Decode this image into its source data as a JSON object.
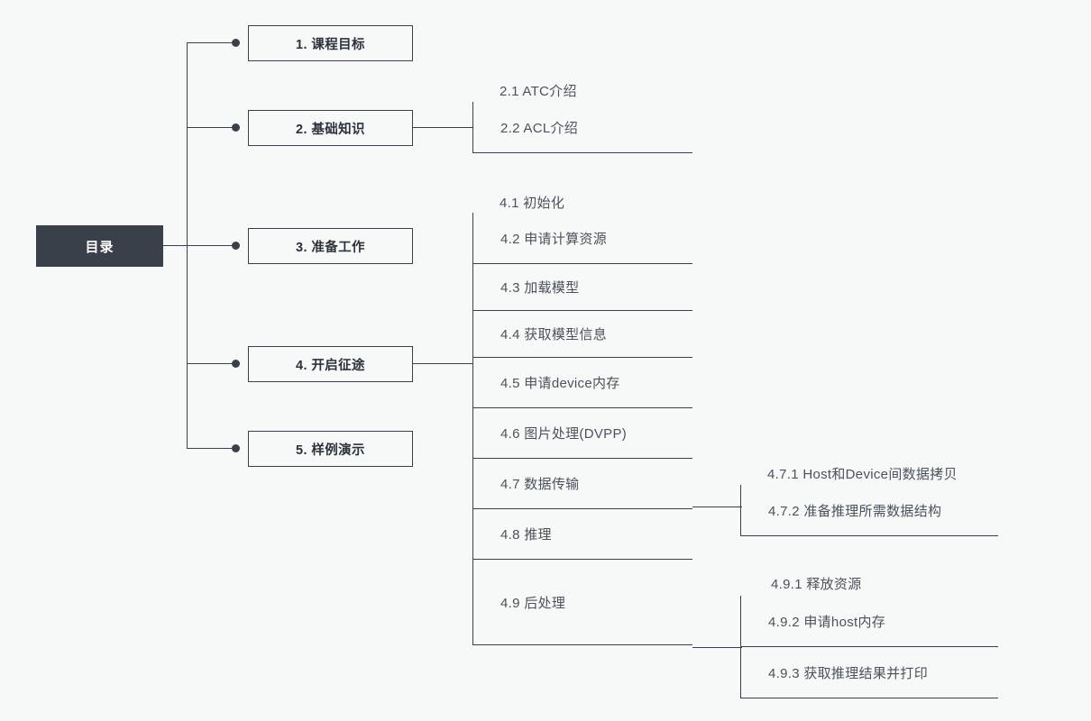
{
  "diagram": {
    "title": "目录",
    "colors": {
      "root_bg": "#3a4049",
      "root_text": "#ffffff",
      "line": "#3a4049",
      "box_text": "#2c323c",
      "sub_text": "#4b525c",
      "background": "#f7f8f8"
    }
  },
  "level1": [
    {
      "label": "1. 课程目标"
    },
    {
      "label": "2. 基础知识"
    },
    {
      "label": "3. 准备工作"
    },
    {
      "label": "4. 开启征途"
    },
    {
      "label": "5. 样例演示"
    }
  ],
  "chapter2_items": [
    {
      "label": "2.1 ATC介绍"
    },
    {
      "label": "2.2 ACL介绍"
    }
  ],
  "chapter4_items": [
    {
      "label": "4.1 初始化"
    },
    {
      "label": "4.2 申请计算资源"
    },
    {
      "label": "4.3 加载模型"
    },
    {
      "label": "4.4 获取模型信息"
    },
    {
      "label": "4.5 申请device内存"
    },
    {
      "label": "4.6 图片处理(DVPP)"
    },
    {
      "label": "4.7 数据传输"
    },
    {
      "label": "4.8 推理"
    },
    {
      "label": "4.9 后处理"
    }
  ],
  "section47_items": [
    {
      "label": "4.7.1 Host和Device间数据拷贝"
    },
    {
      "label": "4.7.2 准备推理所需数据结构"
    }
  ],
  "section49_items": [
    {
      "label": "4.9.1 释放资源"
    },
    {
      "label": "4.9.2 申请host内存"
    },
    {
      "label": "4.9.3 获取推理结果并打印"
    }
  ]
}
